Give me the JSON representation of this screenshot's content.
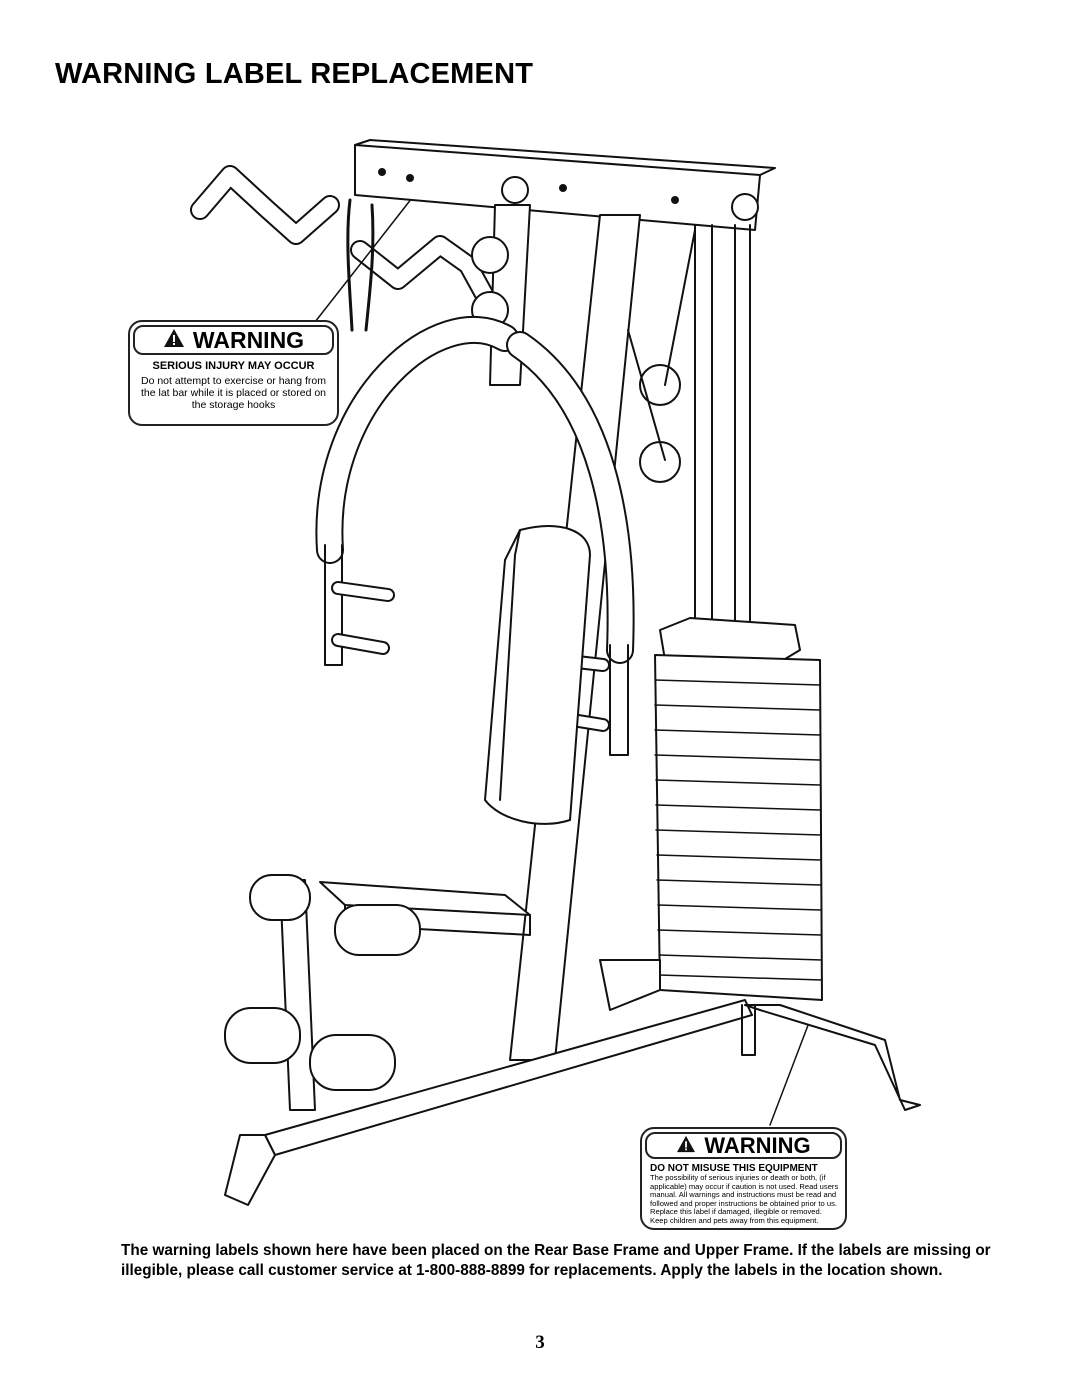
{
  "page": {
    "title": "WARNING LABEL REPLACEMENT",
    "description": "The warning labels shown here have been placed on the Rear Base Frame and Upper Frame.  If the labels are missing or illegible, please call customer service at 1-800-888-8899 for replacements.  Apply the labels in the location shown.",
    "page_number": "3"
  },
  "labels": [
    {
      "heading": "WARNING",
      "subheading": "SERIOUS INJURY MAY OCCUR",
      "body": "Do not attempt to exercise or hang from the lat bar while it is placed or stored on the storage hooks"
    },
    {
      "heading": "WARNING",
      "subheading": "DO NOT MISUSE THIS EQUIPMENT",
      "body": "The possibility of serious injuries or death or both, (if applicable) may occur if caution is not used. Read users manual. All warnings and instructions must be read and followed and proper instructions be obtained prior to us. Replace this label if damaged, illegible or removed. Keep children and pets away from this equipment."
    }
  ],
  "icons": {
    "warning": "warning-triangle-icon"
  }
}
